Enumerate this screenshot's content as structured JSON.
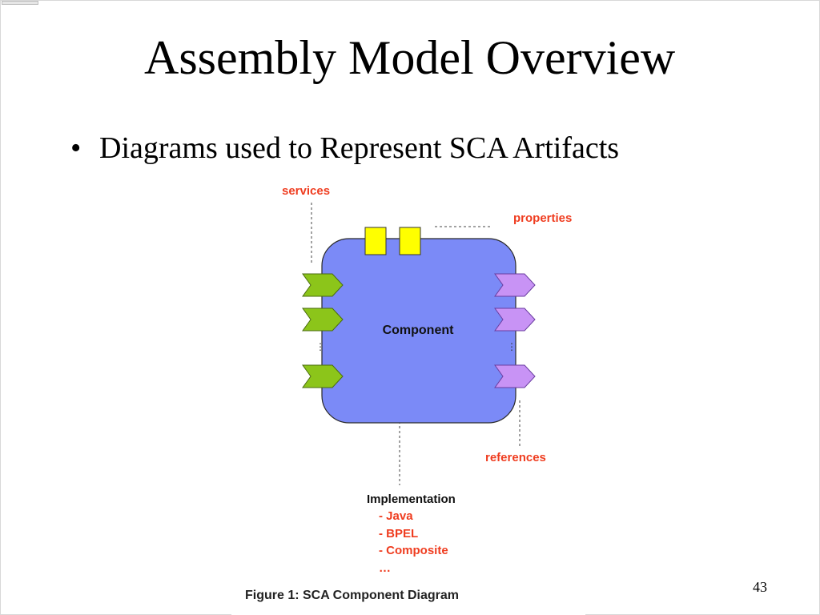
{
  "slide": {
    "title": "Assembly Model Overview",
    "bullet_symbol": "•",
    "bullet_text": "Diagrams used to Represent SCA Artifacts",
    "page_number": "43"
  },
  "diagram": {
    "labels": {
      "services": "services",
      "properties": "properties",
      "references": "references",
      "component": "Component",
      "implementation_heading": "Implementation",
      "implementation_items": [
        "- Java",
        "- BPEL",
        "- Composite",
        "…"
      ]
    },
    "ellipsis_vertical": "⋮",
    "caption": "Figure 1: SCA Component Diagram",
    "colors": {
      "component_fill": "#7b8af7",
      "service_green": "#8cc51a",
      "reference_purple": "#c893f5",
      "property_yellow": "#ffff00",
      "label_red": "#ef3d20"
    }
  }
}
